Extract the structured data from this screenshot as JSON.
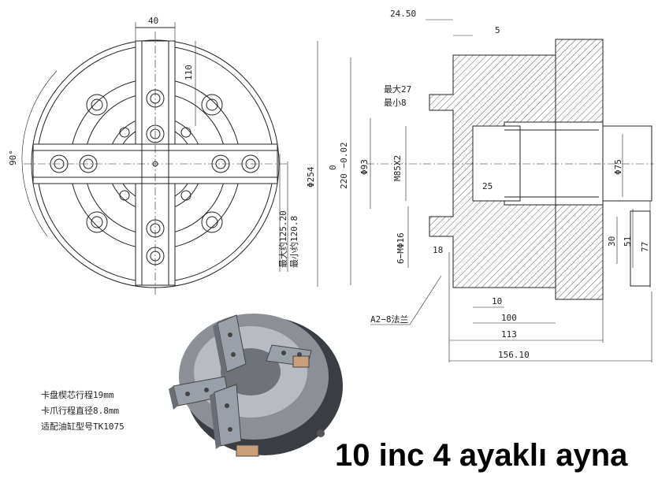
{
  "front_view": {
    "dim_jaw_width": "40",
    "dim_jaw_length": "110",
    "dim_angle": "90°",
    "dim_max_dia": "最大约125.20",
    "dim_min_dia": "最小约120.8"
  },
  "section_view": {
    "dim_24_50": "24.50",
    "dim_5": "5",
    "dim_max_27": "最大27",
    "dim_min_8": "最小8",
    "dim_254": "Φ254",
    "dim_220": "220 −0.02",
    "dim_220_upper": "0",
    "dim_93": "Φ93",
    "dim_m85": "M85X2",
    "dim_25": "25",
    "dim_75": "Φ75",
    "dim_16": "6−MΦ16",
    "dim_18": "18",
    "dim_30": "30",
    "dim_51": "51",
    "dim_77": "77",
    "dim_10": "10",
    "dim_100": "100",
    "dim_113": "113",
    "dim_156": "156.10",
    "flange_label": "A2−8法兰"
  },
  "notes": [
    "卡盘楔芯行程19mm",
    "卡爪行程直径8.8mm",
    "适配油缸型号TK1075"
  ],
  "caption": "10 inc 4 ayaklı ayna"
}
